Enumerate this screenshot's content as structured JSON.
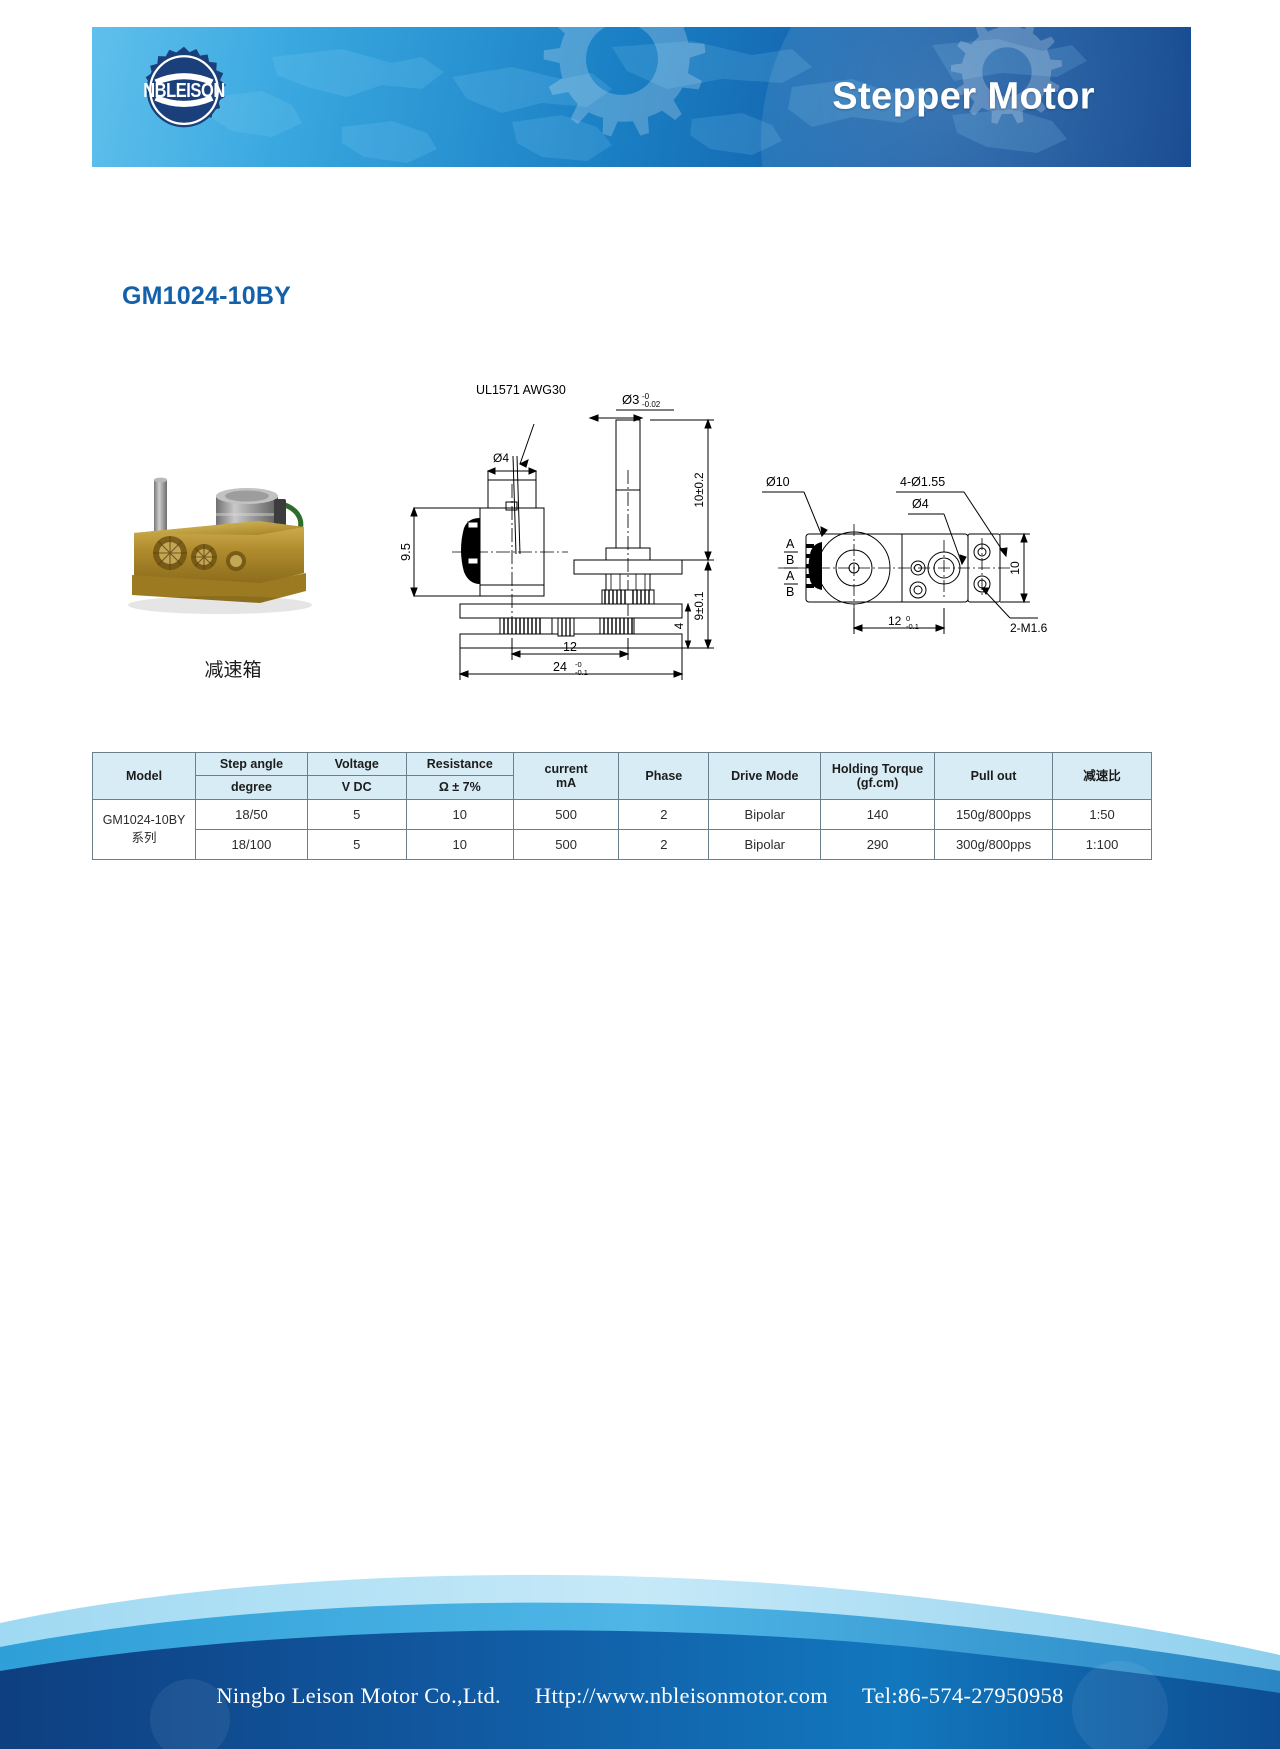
{
  "header": {
    "title": "Stepper Motor",
    "logo_text": "NBLEISON"
  },
  "model_title": "GM1024-10BY",
  "photo": {
    "caption": "减速箱",
    "alt_name": "gearbox-stepper-motor-photo"
  },
  "drawings": {
    "front_view": {
      "labels": {
        "wire": "UL1571  AWG30",
        "boss_dia": "Ø4",
        "shaft_dia": "Ø3",
        "shaft_tol_upper": "-0",
        "shaft_tol_lower": "-0.02",
        "height_9_5": "9.5",
        "dim_10": "10±0.2",
        "dim_9": "9±0.1",
        "dim_4": "4",
        "dim_12": "12",
        "dim_24": "24",
        "dim_24_tol_upper": "-0",
        "dim_24_tol_lower": "-0.1"
      }
    },
    "end_view": {
      "labels": {
        "motor_dia": "Ø10",
        "holes": "4-Ø1.55",
        "hole_dia": "Ø4",
        "width_10": "10",
        "dim_12": "12",
        "dim_12_tol_upper": "0",
        "dim_12_tol_lower": "-0.1",
        "thread": "2-M1.6",
        "leads": [
          "A",
          "B",
          "A",
          "B"
        ]
      }
    }
  },
  "spec_table": {
    "headers_top": [
      "Model",
      "Step angle",
      "Voltage",
      "Resistance",
      "current\nmA",
      "Phase",
      "Drive Mode",
      "Holding Torque\n(gf.cm)",
      "Pull out",
      "减速比"
    ],
    "header_model": "Model",
    "header_step_angle": "Step angle",
    "header_voltage": "Voltage",
    "header_resistance": "Resistance",
    "header_current_l1": "current",
    "header_current_l2": "mA",
    "header_phase": "Phase",
    "header_drive_mode": "Drive Mode",
    "header_holding_l1": "Holding Torque",
    "header_holding_l2": "(gf.cm)",
    "header_pull_out": "Pull out",
    "header_ratio": "减速比",
    "headers_sub": {
      "step_angle_unit": "degree",
      "voltage_unit": "V DC",
      "resistance_unit": "Ω ± 7%"
    },
    "model_cell_line1": "GM1024-10BY",
    "model_cell_line2": "系列",
    "rows": [
      {
        "step_angle": "18/50",
        "voltage": "5",
        "resistance": "10",
        "current": "500",
        "phase": "2",
        "drive_mode": "Bipolar",
        "holding_torque": "140",
        "pull_out": "150g/800pps",
        "ratio": "1:50"
      },
      {
        "step_angle": "18/100",
        "voltage": "5",
        "resistance": "10",
        "current": "500",
        "phase": "2",
        "drive_mode": "Bipolar",
        "holding_torque": "290",
        "pull_out": "300g/800pps",
        "ratio": "1:100"
      }
    ]
  },
  "footer": {
    "company": "Ningbo Leison Motor Co.,Ltd.",
    "website": "Http://www.nbleisonmotor.com",
    "tel": "Tel:86-574-27950958"
  },
  "colors": {
    "brand_blue": "#1360ab",
    "banner_dark": "#14488f",
    "banner_light": "#5fc0ec",
    "table_header_bg": "#d7ecf5",
    "table_border": "#6b7f8c"
  }
}
